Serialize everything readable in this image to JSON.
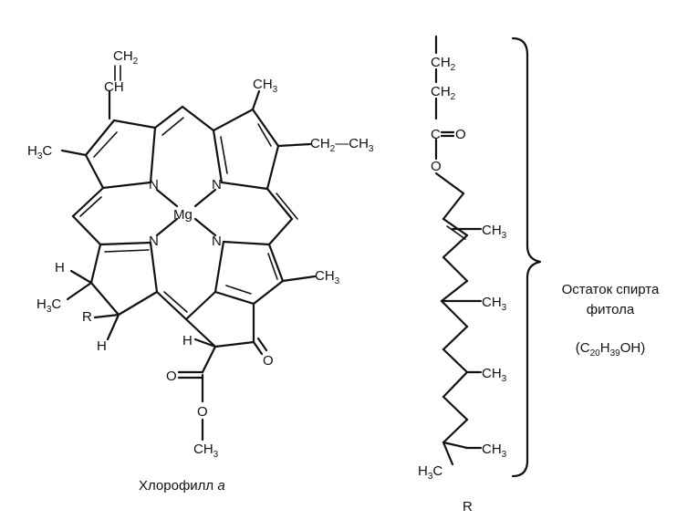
{
  "chlorophyll": {
    "caption_main": "Хлорофилл",
    "caption_letter": "a",
    "vinyl_ch2": "CH",
    "vinyl_ch2_sub": "2",
    "vinyl_ch": "CH",
    "methyl_top_right": "CH",
    "methyl_top_right_sub": "3",
    "ethyl_ch2": "CH",
    "ethyl_ch2_sub": "2",
    "ethyl_dash": "—",
    "ethyl_ch3": "CH",
    "ethyl_ch3_sub": "3",
    "methyl_left": "H",
    "methyl_left_sub": "3",
    "methyl_left_c": "C",
    "methyl_right": "CH",
    "methyl_right_sub": "3",
    "h_top_left": "H",
    "methyl_ring4": "H",
    "methyl_ring4_sub": "3",
    "methyl_ring4_c": "C",
    "r_group": "R",
    "h_lower_left": "H",
    "h_ring5": "H",
    "ketone_o": "O",
    "ester_o_double": "O",
    "ester_o_single": "O",
    "ester_ch3": "CH",
    "ester_ch3_sub": "3",
    "n_top_left": "N",
    "n_top_right": "N",
    "n_bottom_left": "N",
    "n_bottom_right": "N",
    "mg": "Mg"
  },
  "phytol": {
    "ch2_a": "CH",
    "ch2_a_sub": "2",
    "ch2_b": "CH",
    "ch2_b_sub": "2",
    "carbonyl_c": "C",
    "carbonyl_o": "O",
    "ester_o": "O",
    "methyl_1": "CH",
    "methyl_1_sub": "3",
    "methyl_2": "CH",
    "methyl_2_sub": "3",
    "methyl_3": "CH",
    "methyl_3_sub": "3",
    "methyl_4": "CH",
    "methyl_4_sub": "3",
    "terminal": "H",
    "terminal_sub": "3",
    "terminal_c": "C",
    "caption": "R"
  },
  "annotation": {
    "line1": "Остаток спирта",
    "line2": "фитола",
    "formula_open": "(C",
    "formula_sub1": "20",
    "formula_h": "H",
    "formula_sub2": "39",
    "formula_tail": "OH)"
  }
}
